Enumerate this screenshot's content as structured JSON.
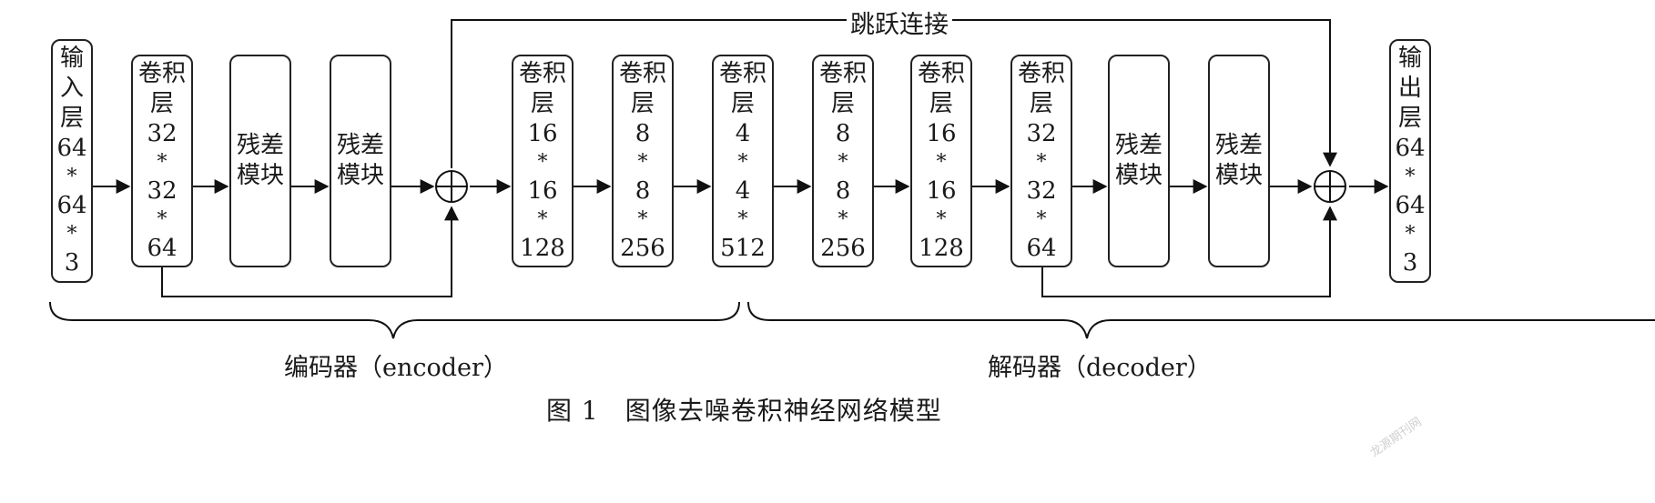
{
  "nodes": [
    {
      "id": "input",
      "lines": [
        "输",
        "入",
        "层",
        "64",
        "*",
        "64",
        "*",
        "3"
      ]
    },
    {
      "id": "conv1",
      "lines": [
        "卷积",
        "层",
        "32",
        "*",
        "32",
        "*",
        "64"
      ]
    },
    {
      "id": "res1",
      "lines": [
        "残差",
        "模块"
      ]
    },
    {
      "id": "res2",
      "lines": [
        "残差",
        "模块"
      ]
    },
    {
      "id": "conv2",
      "lines": [
        "卷积",
        "层",
        "16",
        "*",
        "16",
        "*",
        "128"
      ]
    },
    {
      "id": "conv3",
      "lines": [
        "卷积",
        "层",
        "8",
        "*",
        "8",
        "*",
        "256"
      ]
    },
    {
      "id": "conv4",
      "lines": [
        "卷积",
        "层",
        "4",
        "*",
        "4",
        "*",
        "512"
      ]
    },
    {
      "id": "conv5",
      "lines": [
        "卷积",
        "层",
        "8",
        "*",
        "8",
        "*",
        "256"
      ]
    },
    {
      "id": "conv6",
      "lines": [
        "卷积",
        "层",
        "16",
        "*",
        "16",
        "*",
        "128"
      ]
    },
    {
      "id": "conv7",
      "lines": [
        "卷积",
        "层",
        "32",
        "*",
        "32",
        "*",
        "64"
      ]
    },
    {
      "id": "res3",
      "lines": [
        "残差",
        "模块"
      ]
    },
    {
      "id": "res4",
      "lines": [
        "残差",
        "模块"
      ]
    },
    {
      "id": "output",
      "lines": [
        "输",
        "出",
        "层",
        "64",
        "*",
        "64",
        "*",
        "3"
      ]
    }
  ],
  "labels": {
    "skip_connection": "跳跃连接",
    "encoder": "编码器（encoder）",
    "decoder": "解码器（decoder）"
  },
  "caption": "图 1　图像去噪卷积神经网络模型",
  "watermark": "龙源期刊网"
}
